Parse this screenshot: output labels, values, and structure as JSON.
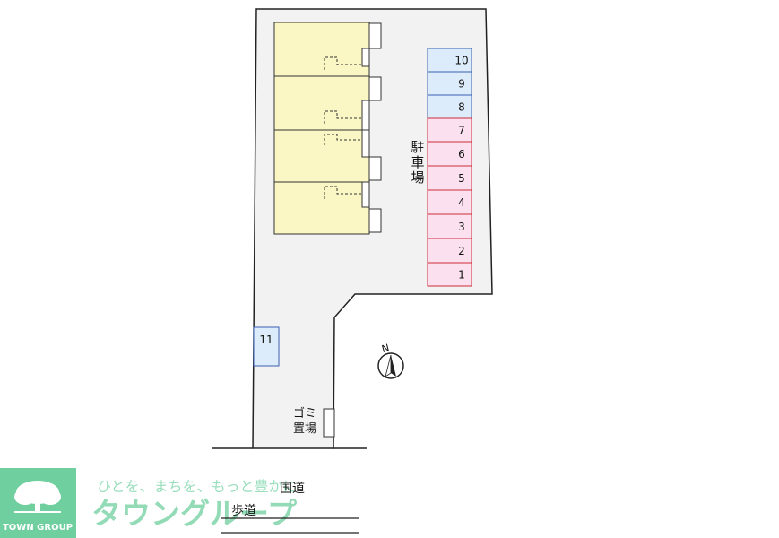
{
  "parking": {
    "label": "駐車場",
    "spaces": [
      {
        "number": "10",
        "type": "blue"
      },
      {
        "number": "9",
        "type": "blue"
      },
      {
        "number": "8",
        "type": "blue"
      },
      {
        "number": "7",
        "type": "pink"
      },
      {
        "number": "6",
        "type": "pink"
      },
      {
        "number": "5",
        "type": "pink"
      },
      {
        "number": "4",
        "type": "pink"
      },
      {
        "number": "3",
        "type": "pink"
      },
      {
        "number": "2",
        "type": "pink"
      },
      {
        "number": "1",
        "type": "pink"
      }
    ],
    "extra_space": {
      "number": "11",
      "type": "blue"
    }
  },
  "garbage": {
    "line1": "ゴミ",
    "line2": "置場"
  },
  "compass": {
    "letter": "N"
  },
  "roads": {
    "main": "国道",
    "sidewalk": "歩道"
  },
  "watermark": {
    "tagline": "ひとを、まちを、もっと豊かに",
    "brand": "タウングループ",
    "logo_text": "TOWN GROUP"
  },
  "colors": {
    "lot": "#f2f2f2",
    "building": "#fbf7c4",
    "space_blue_fill": "#dcecfb",
    "space_blue_stroke": "#3a5fb0",
    "space_pink_fill": "#fbe1ef",
    "space_pink_stroke": "#cc2a3a",
    "watermark": "#6fcf9e"
  }
}
